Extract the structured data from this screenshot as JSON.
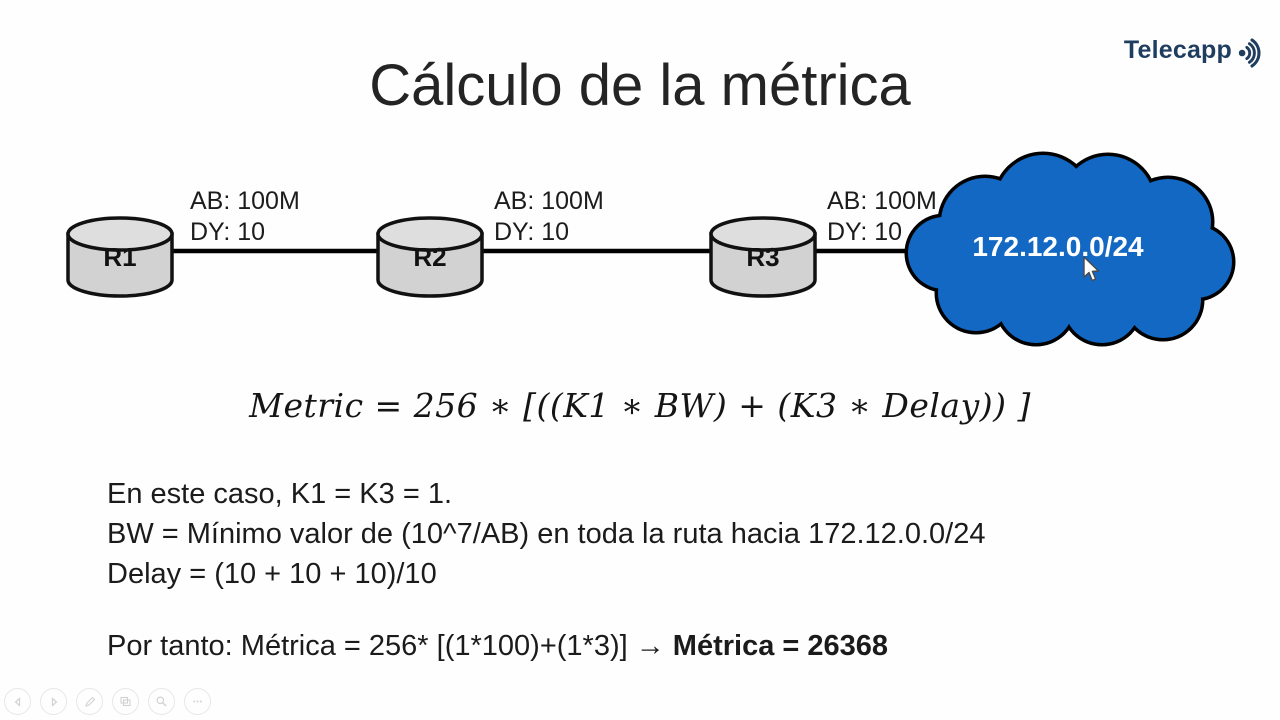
{
  "slide": {
    "title": "Cálculo de la métrica",
    "logo": {
      "text": "Telecapp",
      "mark_icon": "signal-waves-icon",
      "color": "#1e3d5f"
    }
  },
  "diagram": {
    "routers": [
      {
        "name": "R1"
      },
      {
        "name": "R2"
      },
      {
        "name": "R3"
      }
    ],
    "links": [
      {
        "bandwidth": "AB: 100M",
        "delay": "DY: 10"
      },
      {
        "bandwidth": "AB: 100M",
        "delay": "DY: 10"
      },
      {
        "bandwidth": "AB: 100M",
        "delay": "DY: 10"
      }
    ],
    "cloud": {
      "label": "172.12.0.0/24",
      "fill": "#1268c3",
      "text_color": "#ffffff"
    },
    "router_fill": "#d2d2d2",
    "router_top_fill": "#dedede"
  },
  "formula": "Metric = 256 ∗ [((K1 ∗ BW) + (K3 ∗ Delay)) ]",
  "notes": {
    "line1": "En este caso, K1 = K3 = 1.",
    "line2": "BW = Mínimo valor de (10^7/AB) en toda la ruta hacia 172.12.0.0/24",
    "line3": "Delay = (10 + 10 + 10)/10"
  },
  "conclusion": {
    "normal": "Por tanto: Métrica = 256* [(1*100)+(1*3)] ",
    "arrow": "→",
    "bold": " Métrica = 26368"
  },
  "toolbar": {
    "icons": [
      "previous-slide-icon",
      "next-slide-icon",
      "pen-icon",
      "see-all-slides-icon",
      "zoom-icon",
      "more-options-icon"
    ]
  }
}
